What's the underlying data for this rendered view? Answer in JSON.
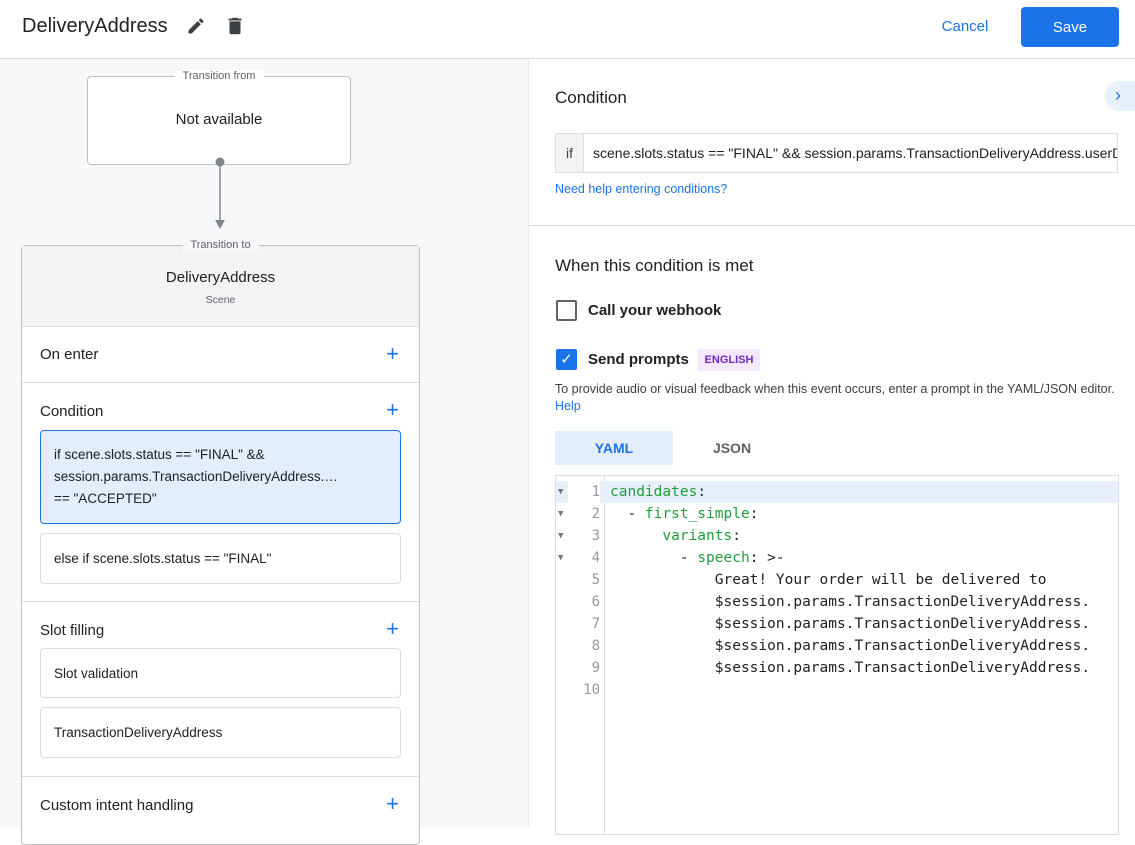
{
  "header": {
    "title": "DeliveryAddress",
    "cancel_label": "Cancel",
    "save_label": "Save"
  },
  "flow": {
    "from_label": "Transition from",
    "from_value": "Not available",
    "to_label": "Transition to",
    "scene_name": "DeliveryAddress",
    "scene_type": "Scene",
    "sections": {
      "on_enter": "On enter",
      "condition": {
        "title": "Condition",
        "items": [
          "if scene.slots.status == \"FINAL\" && session.params.TransactionDeliveryAddress.… == \"ACCEPTED\"",
          "else if scene.slots.status == \"FINAL\""
        ]
      },
      "slot_filling": {
        "title": "Slot filling",
        "items": [
          "Slot validation",
          "TransactionDeliveryAddress"
        ]
      },
      "custom_intent": "Custom intent handling"
    }
  },
  "panel": {
    "condition_title": "Condition",
    "if_label": "if",
    "condition_value": "scene.slots.status == \"FINAL\" && session.params.TransactionDeliveryAddress.userDecision == \"ACCEPTED\"",
    "help_link": "Need help entering conditions?",
    "met_title": "When this condition is met",
    "webhook_label": "Call your webhook",
    "webhook_checked": false,
    "prompts_label": "Send prompts",
    "prompts_checked": true,
    "language_badge": "ENGLISH",
    "description": "To provide audio or visual feedback when this event occurs, enter a prompt in the YAML/JSON editor.",
    "description_link": "Help",
    "tabs": [
      "YAML",
      "JSON"
    ],
    "active_tab": "YAML",
    "code_lines": [
      {
        "n": "1",
        "fold": true,
        "indent": "",
        "key": "candidates",
        "rest": ":"
      },
      {
        "n": "2",
        "fold": true,
        "indent": "  - ",
        "key": "first_simple",
        "rest": ":"
      },
      {
        "n": "3",
        "fold": true,
        "indent": "      ",
        "key": "variants",
        "rest": ":"
      },
      {
        "n": "4",
        "fold": true,
        "indent": "        - ",
        "key": "speech",
        "rest": ": >-"
      },
      {
        "n": "5",
        "fold": false,
        "indent": "            ",
        "key": "",
        "rest": "Great! Your order will be delivered to"
      },
      {
        "n": "6",
        "fold": false,
        "indent": "            ",
        "key": "",
        "rest": "$session.params.TransactionDeliveryAddress."
      },
      {
        "n": "7",
        "fold": false,
        "indent": "            ",
        "key": "",
        "rest": "$session.params.TransactionDeliveryAddress."
      },
      {
        "n": "8",
        "fold": false,
        "indent": "            ",
        "key": "",
        "rest": "$session.params.TransactionDeliveryAddress."
      },
      {
        "n": "9",
        "fold": false,
        "indent": "            ",
        "key": "",
        "rest": "$session.params.TransactionDeliveryAddress."
      },
      {
        "n": "10",
        "fold": false,
        "indent": "",
        "key": "",
        "rest": ""
      }
    ]
  },
  "colors": {
    "accent": "#1a73e8",
    "yaml_key": "#1e9e38",
    "badge_bg": "#f3e8fd",
    "badge_text": "#7627bb"
  }
}
